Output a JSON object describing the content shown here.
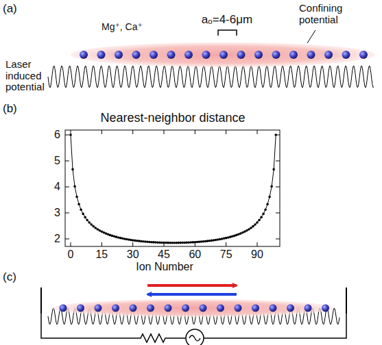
{
  "diagram": {
    "labels": [
      "(a)",
      "Mg⁺, Ca⁺",
      "aₒ=4-6μm",
      "Confining potential",
      "Laser induced potential",
      "(b)",
      "Nearest-neighbor distance",
      "6",
      "5",
      "4",
      "3",
      "2",
      "0",
      "15",
      "30",
      "45",
      "60",
      "75",
      "90",
      "Ion Number",
      "(c)"
    ]
  }
}
